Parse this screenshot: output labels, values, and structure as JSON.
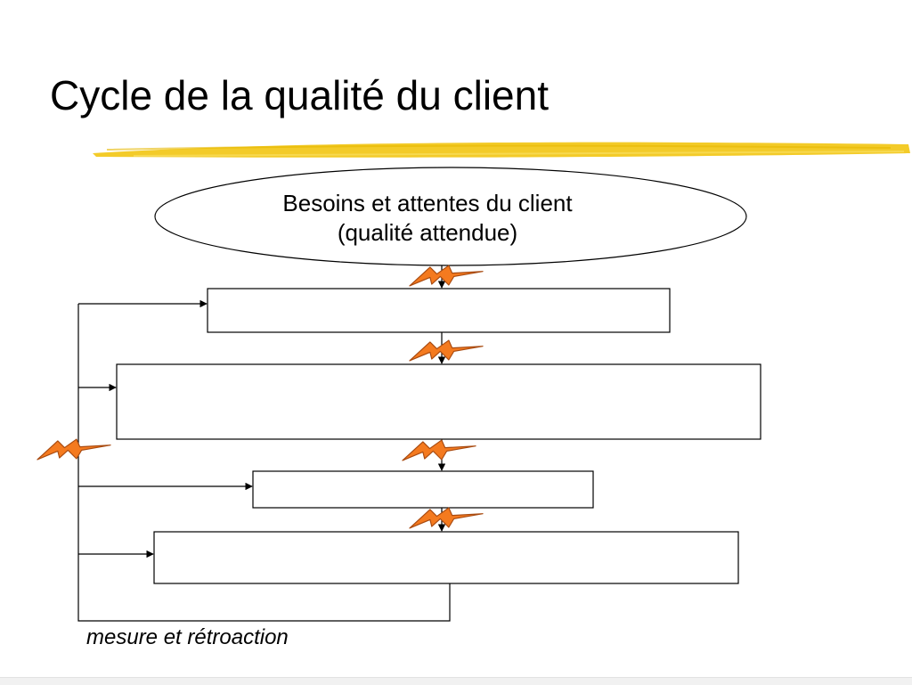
{
  "slide": {
    "title": "Cycle de la qualité du client",
    "ellipse": {
      "line1": "Besoins et attentes du client",
      "line2": "(qualité attendue)"
    },
    "caption": "mesure et rétroaction"
  },
  "colors": {
    "highlight": "#f2c81d",
    "lightning_fill": "#f47a1f",
    "lightning_stroke": "#a84a10",
    "stroke": "#000000"
  },
  "icons": [
    "lightning-bolt-icon"
  ]
}
